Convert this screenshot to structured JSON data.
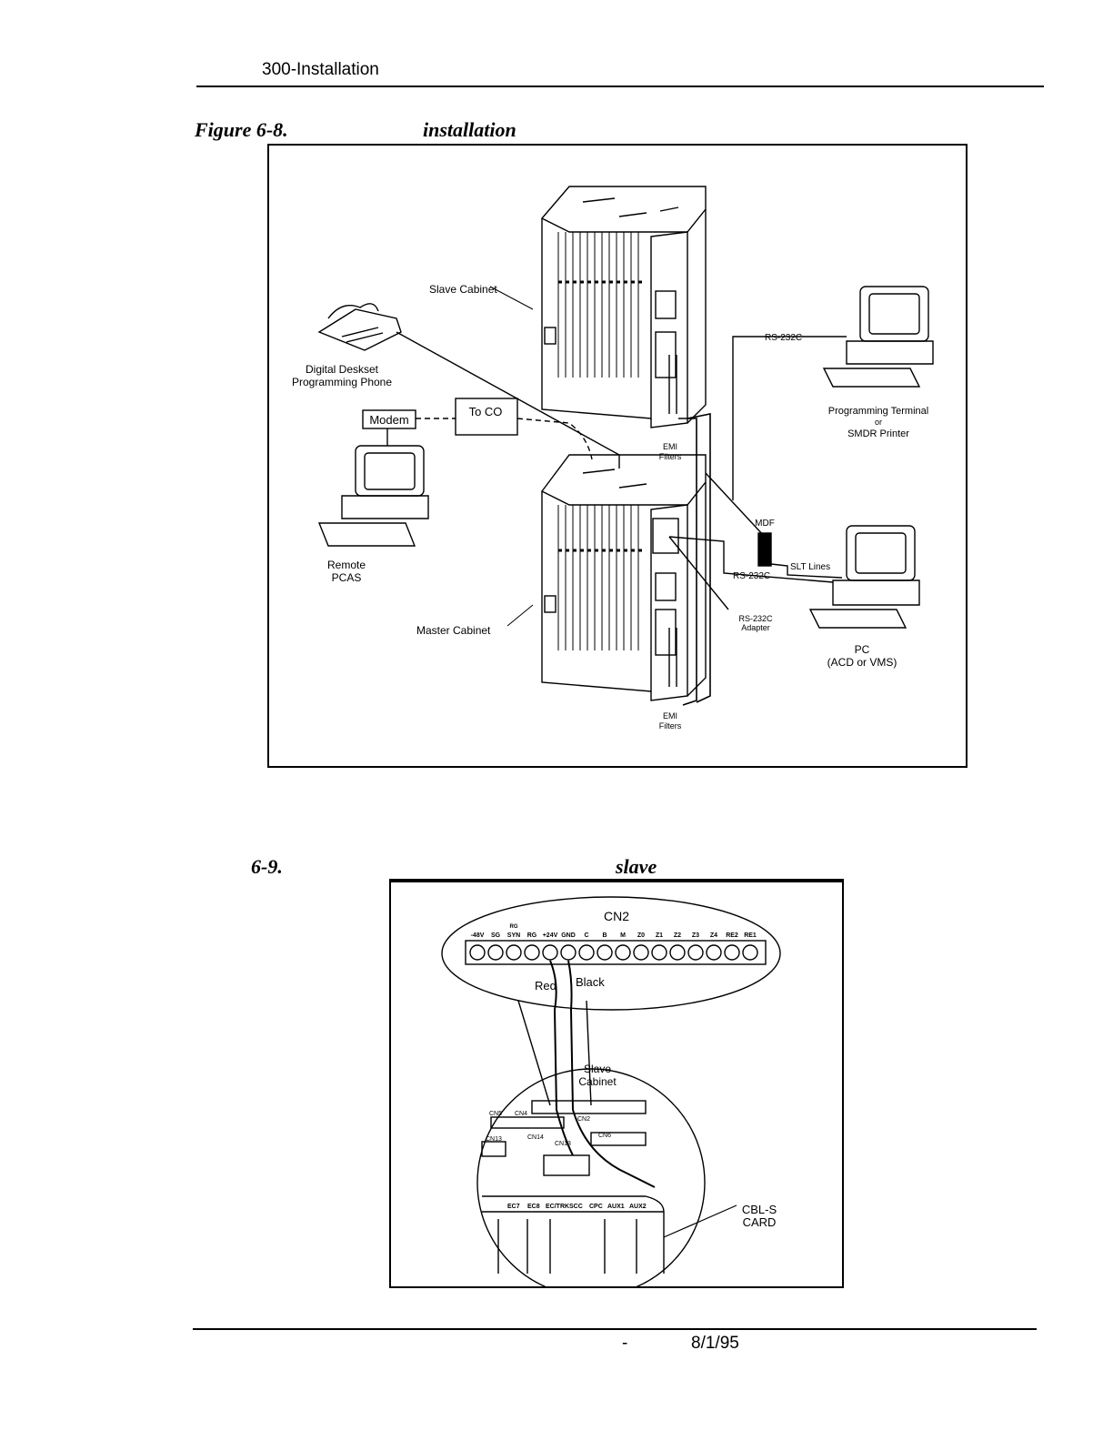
{
  "header": {
    "section": "300-Installation"
  },
  "figure_6_8": {
    "number": "Figure 6-8.",
    "caption_fragment": "installation",
    "labels": {
      "slave_cabinet": "Slave Cabinet",
      "deskset_line1": "Digital Deskset",
      "deskset_line2": "Programming Phone",
      "modem": "Modem",
      "to_co": "To CO",
      "remote_line1": "Remote",
      "remote_line2": "PCAS",
      "master_cabinet": "Master Cabinet",
      "emi_filters_top_line1": "EMI",
      "emi_filters_top_line2": "Filters",
      "emi_filters_bottom_line1": "EMI",
      "emi_filters_bottom_line2": "Filters",
      "rs232c_top": "RS-232C",
      "terminal_line1": "Programming Terminal",
      "terminal_line2": "or",
      "terminal_line3": "SMDR Printer",
      "mdf": "MDF",
      "slt_lines": "SLT Lines",
      "rs232c_mid": "RS-232C",
      "adapter_line1": "RS-232C",
      "adapter_line2": "Adapter",
      "pc_line1": "PC",
      "pc_line2": "(ACD or VMS)"
    }
  },
  "figure_6_9": {
    "number": "6-9.",
    "caption_fragment": "slave",
    "labels": {
      "cn2_title": "CN2",
      "terminals": [
        "-48V",
        "SG",
        "SYN",
        "RG",
        "+24V",
        "GND",
        "C",
        "B",
        "M",
        "Z0",
        "Z1",
        "Z2",
        "Z3",
        "Z4",
        "RE2",
        "RE1"
      ],
      "rg_super": "RG",
      "red": "Red",
      "black": "Black",
      "slave_line1": "Slave",
      "slave_line2": "Cabinet",
      "cn5": "CN5",
      "cn4": "CN4",
      "cn2_small": "CN2",
      "cn13a": "CN13",
      "cn14": "CN14",
      "cn13b": "CN13",
      "cn6": "CN6",
      "slots": [
        "EC7",
        "EC8",
        "EC/TRK",
        "SCC",
        "CPC",
        "AUX1",
        "AUX2"
      ],
      "cbl_line1": "CBL-S",
      "cbl_line2": "CARD"
    }
  },
  "footer": {
    "dash": "-",
    "date": "8/1/95"
  }
}
